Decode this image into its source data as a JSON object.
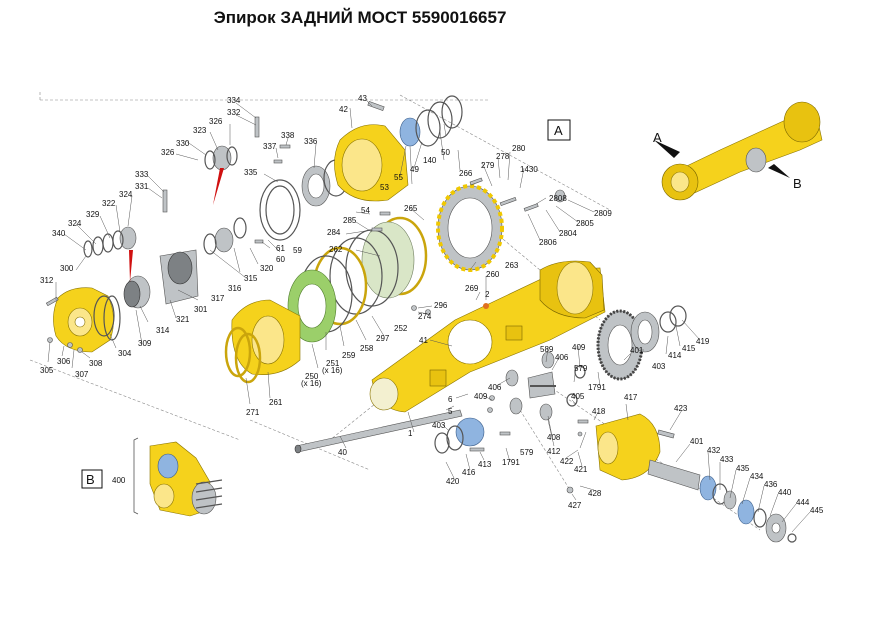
{
  "title": "Эпирок ЗАДНИЙ МОСТ 5590016657",
  "view_labels": {
    "A": "A",
    "B": "B"
  },
  "box_labels": {
    "A": "A",
    "B": "B"
  },
  "bracket_label": "400",
  "parts": [
    {
      "id": "p334",
      "text": "334"
    },
    {
      "id": "p332",
      "text": "332"
    },
    {
      "id": "p326a",
      "text": "326"
    },
    {
      "id": "p323",
      "text": "323"
    },
    {
      "id": "p330",
      "text": "330"
    },
    {
      "id": "p326b",
      "text": "326"
    },
    {
      "id": "p338",
      "text": "338"
    },
    {
      "id": "p337",
      "text": "337"
    },
    {
      "id": "p336",
      "text": "336"
    },
    {
      "id": "p335",
      "text": "335"
    },
    {
      "id": "p333",
      "text": "333"
    },
    {
      "id": "p331",
      "text": "331"
    },
    {
      "id": "p324a",
      "text": "324"
    },
    {
      "id": "p322",
      "text": "322"
    },
    {
      "id": "p329",
      "text": "329"
    },
    {
      "id": "p324b",
      "text": "324"
    },
    {
      "id": "p340",
      "text": "340"
    },
    {
      "id": "p300",
      "text": "300"
    },
    {
      "id": "p312",
      "text": "312"
    },
    {
      "id": "p320",
      "text": "320"
    },
    {
      "id": "p61",
      "text": "61"
    },
    {
      "id": "p60",
      "text": "60"
    },
    {
      "id": "p59",
      "text": "59"
    },
    {
      "id": "p315",
      "text": "315"
    },
    {
      "id": "p316",
      "text": "316"
    },
    {
      "id": "p317",
      "text": "317"
    },
    {
      "id": "p301",
      "text": "301"
    },
    {
      "id": "p321",
      "text": "321"
    },
    {
      "id": "p314",
      "text": "314"
    },
    {
      "id": "p309",
      "text": "309"
    },
    {
      "id": "p304",
      "text": "304"
    },
    {
      "id": "p305",
      "text": "305"
    },
    {
      "id": "p306",
      "text": "306"
    },
    {
      "id": "p307",
      "text": "307"
    },
    {
      "id": "p308",
      "text": "308"
    },
    {
      "id": "p43",
      "text": "43"
    },
    {
      "id": "p42",
      "text": "42"
    },
    {
      "id": "p50",
      "text": "50"
    },
    {
      "id": "p140",
      "text": "140"
    },
    {
      "id": "p49",
      "text": "49"
    },
    {
      "id": "p55",
      "text": "55"
    },
    {
      "id": "p53",
      "text": "53"
    },
    {
      "id": "p266",
      "text": "266"
    },
    {
      "id": "p279",
      "text": "279"
    },
    {
      "id": "p278",
      "text": "278"
    },
    {
      "id": "p280",
      "text": "280"
    },
    {
      "id": "p1430",
      "text": "1430"
    },
    {
      "id": "p2808",
      "text": "2808"
    },
    {
      "id": "p2809",
      "text": "2809"
    },
    {
      "id": "p2805",
      "text": "2805"
    },
    {
      "id": "p2804",
      "text": "2804"
    },
    {
      "id": "p2806",
      "text": "2806"
    },
    {
      "id": "p54",
      "text": "54"
    },
    {
      "id": "p265",
      "text": "265"
    },
    {
      "id": "p285",
      "text": "285"
    },
    {
      "id": "p284",
      "text": "284"
    },
    {
      "id": "p262",
      "text": "262"
    },
    {
      "id": "p263",
      "text": "263"
    },
    {
      "id": "p260",
      "text": "260"
    },
    {
      "id": "p269",
      "text": "269"
    },
    {
      "id": "p2",
      "text": "2"
    },
    {
      "id": "p296",
      "text": "296"
    },
    {
      "id": "p274",
      "text": "274"
    },
    {
      "id": "p297",
      "text": "297"
    },
    {
      "id": "p252",
      "text": "252"
    },
    {
      "id": "p258",
      "text": "258"
    },
    {
      "id": "p259",
      "text": "259"
    },
    {
      "id": "p251",
      "text": "251"
    },
    {
      "id": "p251x",
      "text": "(x 16)"
    },
    {
      "id": "p250",
      "text": "250"
    },
    {
      "id": "p250x",
      "text": "(x 16)"
    },
    {
      "id": "p261",
      "text": "261"
    },
    {
      "id": "p271",
      "text": "271"
    },
    {
      "id": "p41",
      "text": "41"
    },
    {
      "id": "p589",
      "text": "589"
    },
    {
      "id": "p406a",
      "text": "406"
    },
    {
      "id": "p409a",
      "text": "409"
    },
    {
      "id": "p1791a",
      "text": "1791"
    },
    {
      "id": "p579a",
      "text": "579"
    },
    {
      "id": "p401a",
      "text": "401"
    },
    {
      "id": "p403a",
      "text": "403"
    },
    {
      "id": "p414",
      "text": "414"
    },
    {
      "id": "p415",
      "text": "415"
    },
    {
      "id": "p419",
      "text": "419"
    },
    {
      "id": "p406b",
      "text": "406"
    },
    {
      "id": "p409b",
      "text": "409"
    },
    {
      "id": "p6",
      "text": "6"
    },
    {
      "id": "p5",
      "text": "5"
    },
    {
      "id": "p405",
      "text": "405"
    },
    {
      "id": "p418",
      "text": "418"
    },
    {
      "id": "p417",
      "text": "417"
    },
    {
      "id": "p423",
      "text": "423"
    },
    {
      "id": "p1",
      "text": "1"
    },
    {
      "id": "p403b",
      "text": "403"
    },
    {
      "id": "p408",
      "text": "408"
    },
    {
      "id": "p412",
      "text": "412"
    },
    {
      "id": "p422",
      "text": "422"
    },
    {
      "id": "p579b",
      "text": "579"
    },
    {
      "id": "p1791b",
      "text": "1791"
    },
    {
      "id": "p413",
      "text": "413"
    },
    {
      "id": "p416",
      "text": "416"
    },
    {
      "id": "p420",
      "text": "420"
    },
    {
      "id": "p40",
      "text": "40"
    },
    {
      "id": "p421",
      "text": "421"
    },
    {
      "id": "p428",
      "text": "428"
    },
    {
      "id": "p427",
      "text": "427"
    },
    {
      "id": "p401b",
      "text": "401"
    },
    {
      "id": "p432",
      "text": "432"
    },
    {
      "id": "p433",
      "text": "433"
    },
    {
      "id": "p435",
      "text": "435"
    },
    {
      "id": "p434",
      "text": "434"
    },
    {
      "id": "p436",
      "text": "436"
    },
    {
      "id": "p440",
      "text": "440"
    },
    {
      "id": "p444",
      "text": "444"
    },
    {
      "id": "p445",
      "text": "445"
    }
  ]
}
